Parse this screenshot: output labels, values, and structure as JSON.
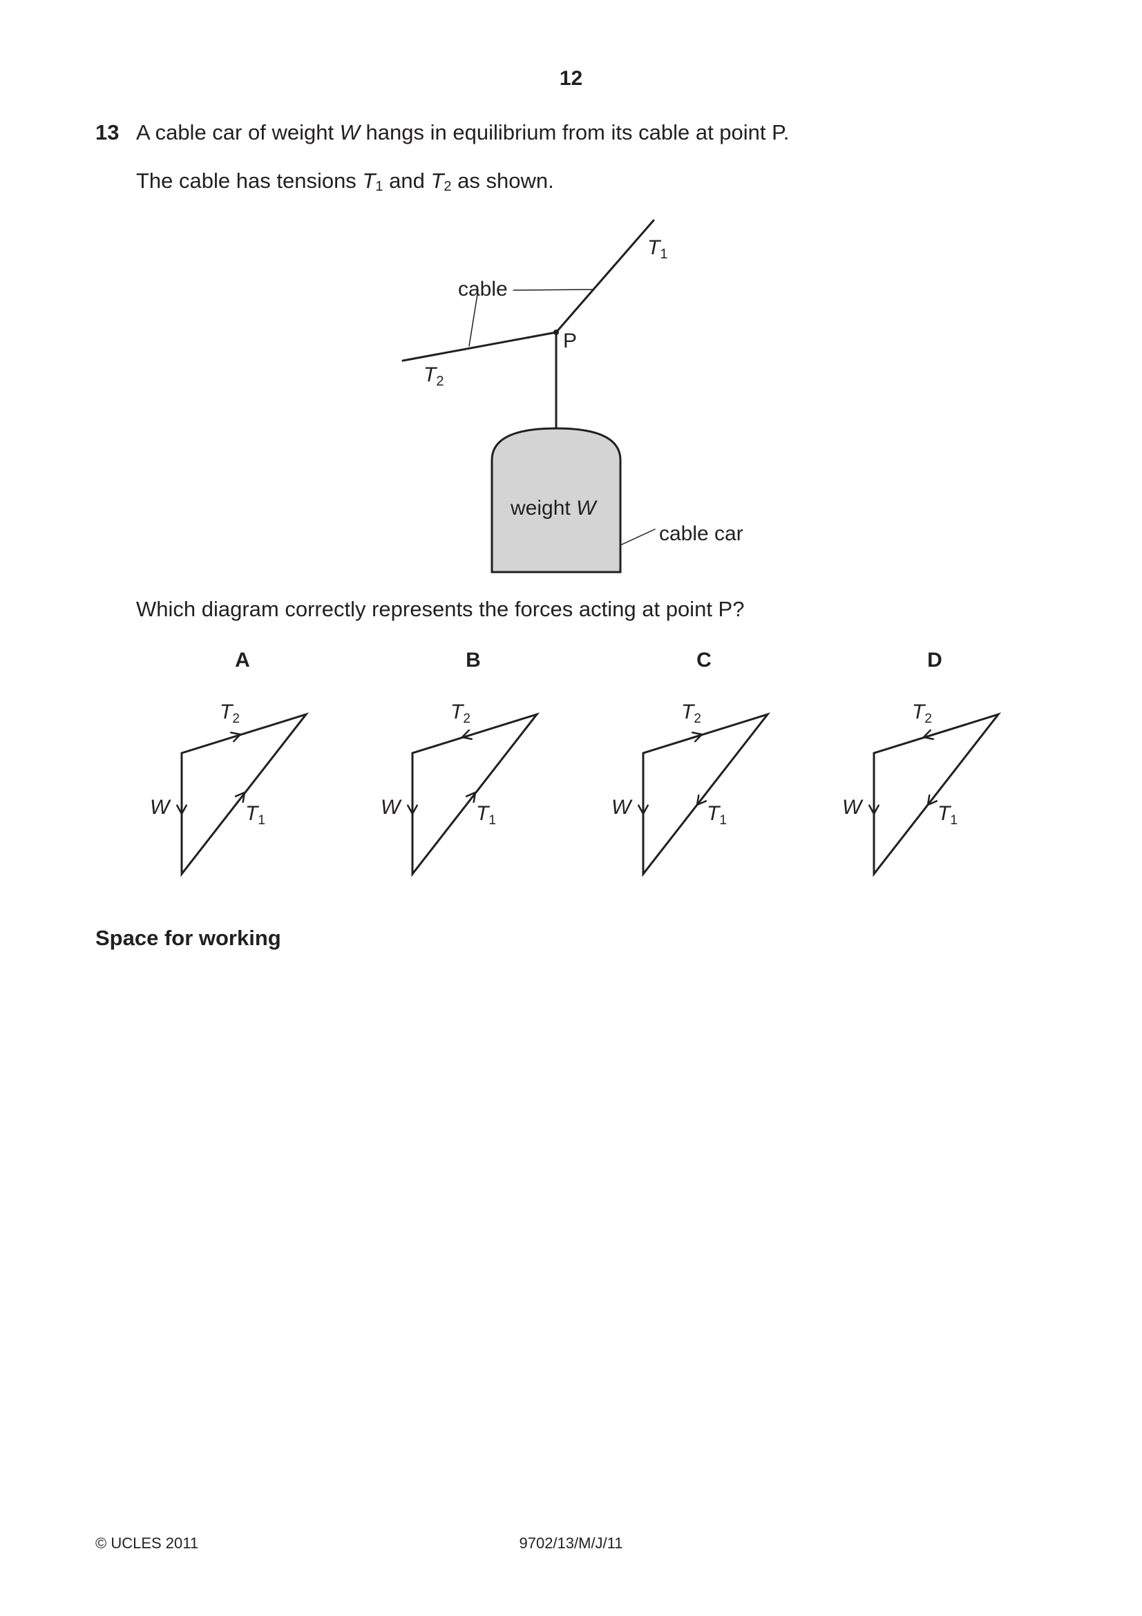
{
  "page_number": "12",
  "question": {
    "number": "13",
    "line1_pre": "A cable car of weight ",
    "line1_var": "W",
    "line1_post": " hangs in equilibrium from its cable at point P.",
    "line2_pre": "The cable has tensions ",
    "line2_var1": "T",
    "line2_sub1": "1",
    "line2_mid": " and ",
    "line2_var2": "T",
    "line2_sub2": "2",
    "line2_post": " as shown.",
    "prompt": "Which diagram correctly represents the forces acting at point P?"
  },
  "figure": {
    "t1_var": "T",
    "t1_sub": "1",
    "t2_var": "T",
    "t2_sub": "2",
    "cable_label": "cable",
    "point_label": "P",
    "weight_text": "weight ",
    "weight_var": "W",
    "cable_car_label": "cable car",
    "box_fill": "#d4d4d4"
  },
  "options": [
    {
      "letter": "A",
      "w_var": "W",
      "t1_var": "T",
      "t1_sub": "1",
      "t2_var": "T",
      "t2_sub": "2",
      "t1_arrow": "up",
      "t2_arrow": "right"
    },
    {
      "letter": "B",
      "w_var": "W",
      "t1_var": "T",
      "t1_sub": "1",
      "t2_var": "T",
      "t2_sub": "2",
      "t1_arrow": "up",
      "t2_arrow": "left"
    },
    {
      "letter": "C",
      "w_var": "W",
      "t1_var": "T",
      "t1_sub": "1",
      "t2_var": "T",
      "t2_sub": "2",
      "t1_arrow": "down",
      "t2_arrow": "right"
    },
    {
      "letter": "D",
      "w_var": "W",
      "t1_var": "T",
      "t1_sub": "1",
      "t2_var": "T",
      "t2_sub": "2",
      "t1_arrow": "down",
      "t2_arrow": "left"
    }
  ],
  "working_label": "Space for working",
  "footer": {
    "copyright": "© UCLES 2011",
    "code": "9702/13/M/J/11"
  }
}
